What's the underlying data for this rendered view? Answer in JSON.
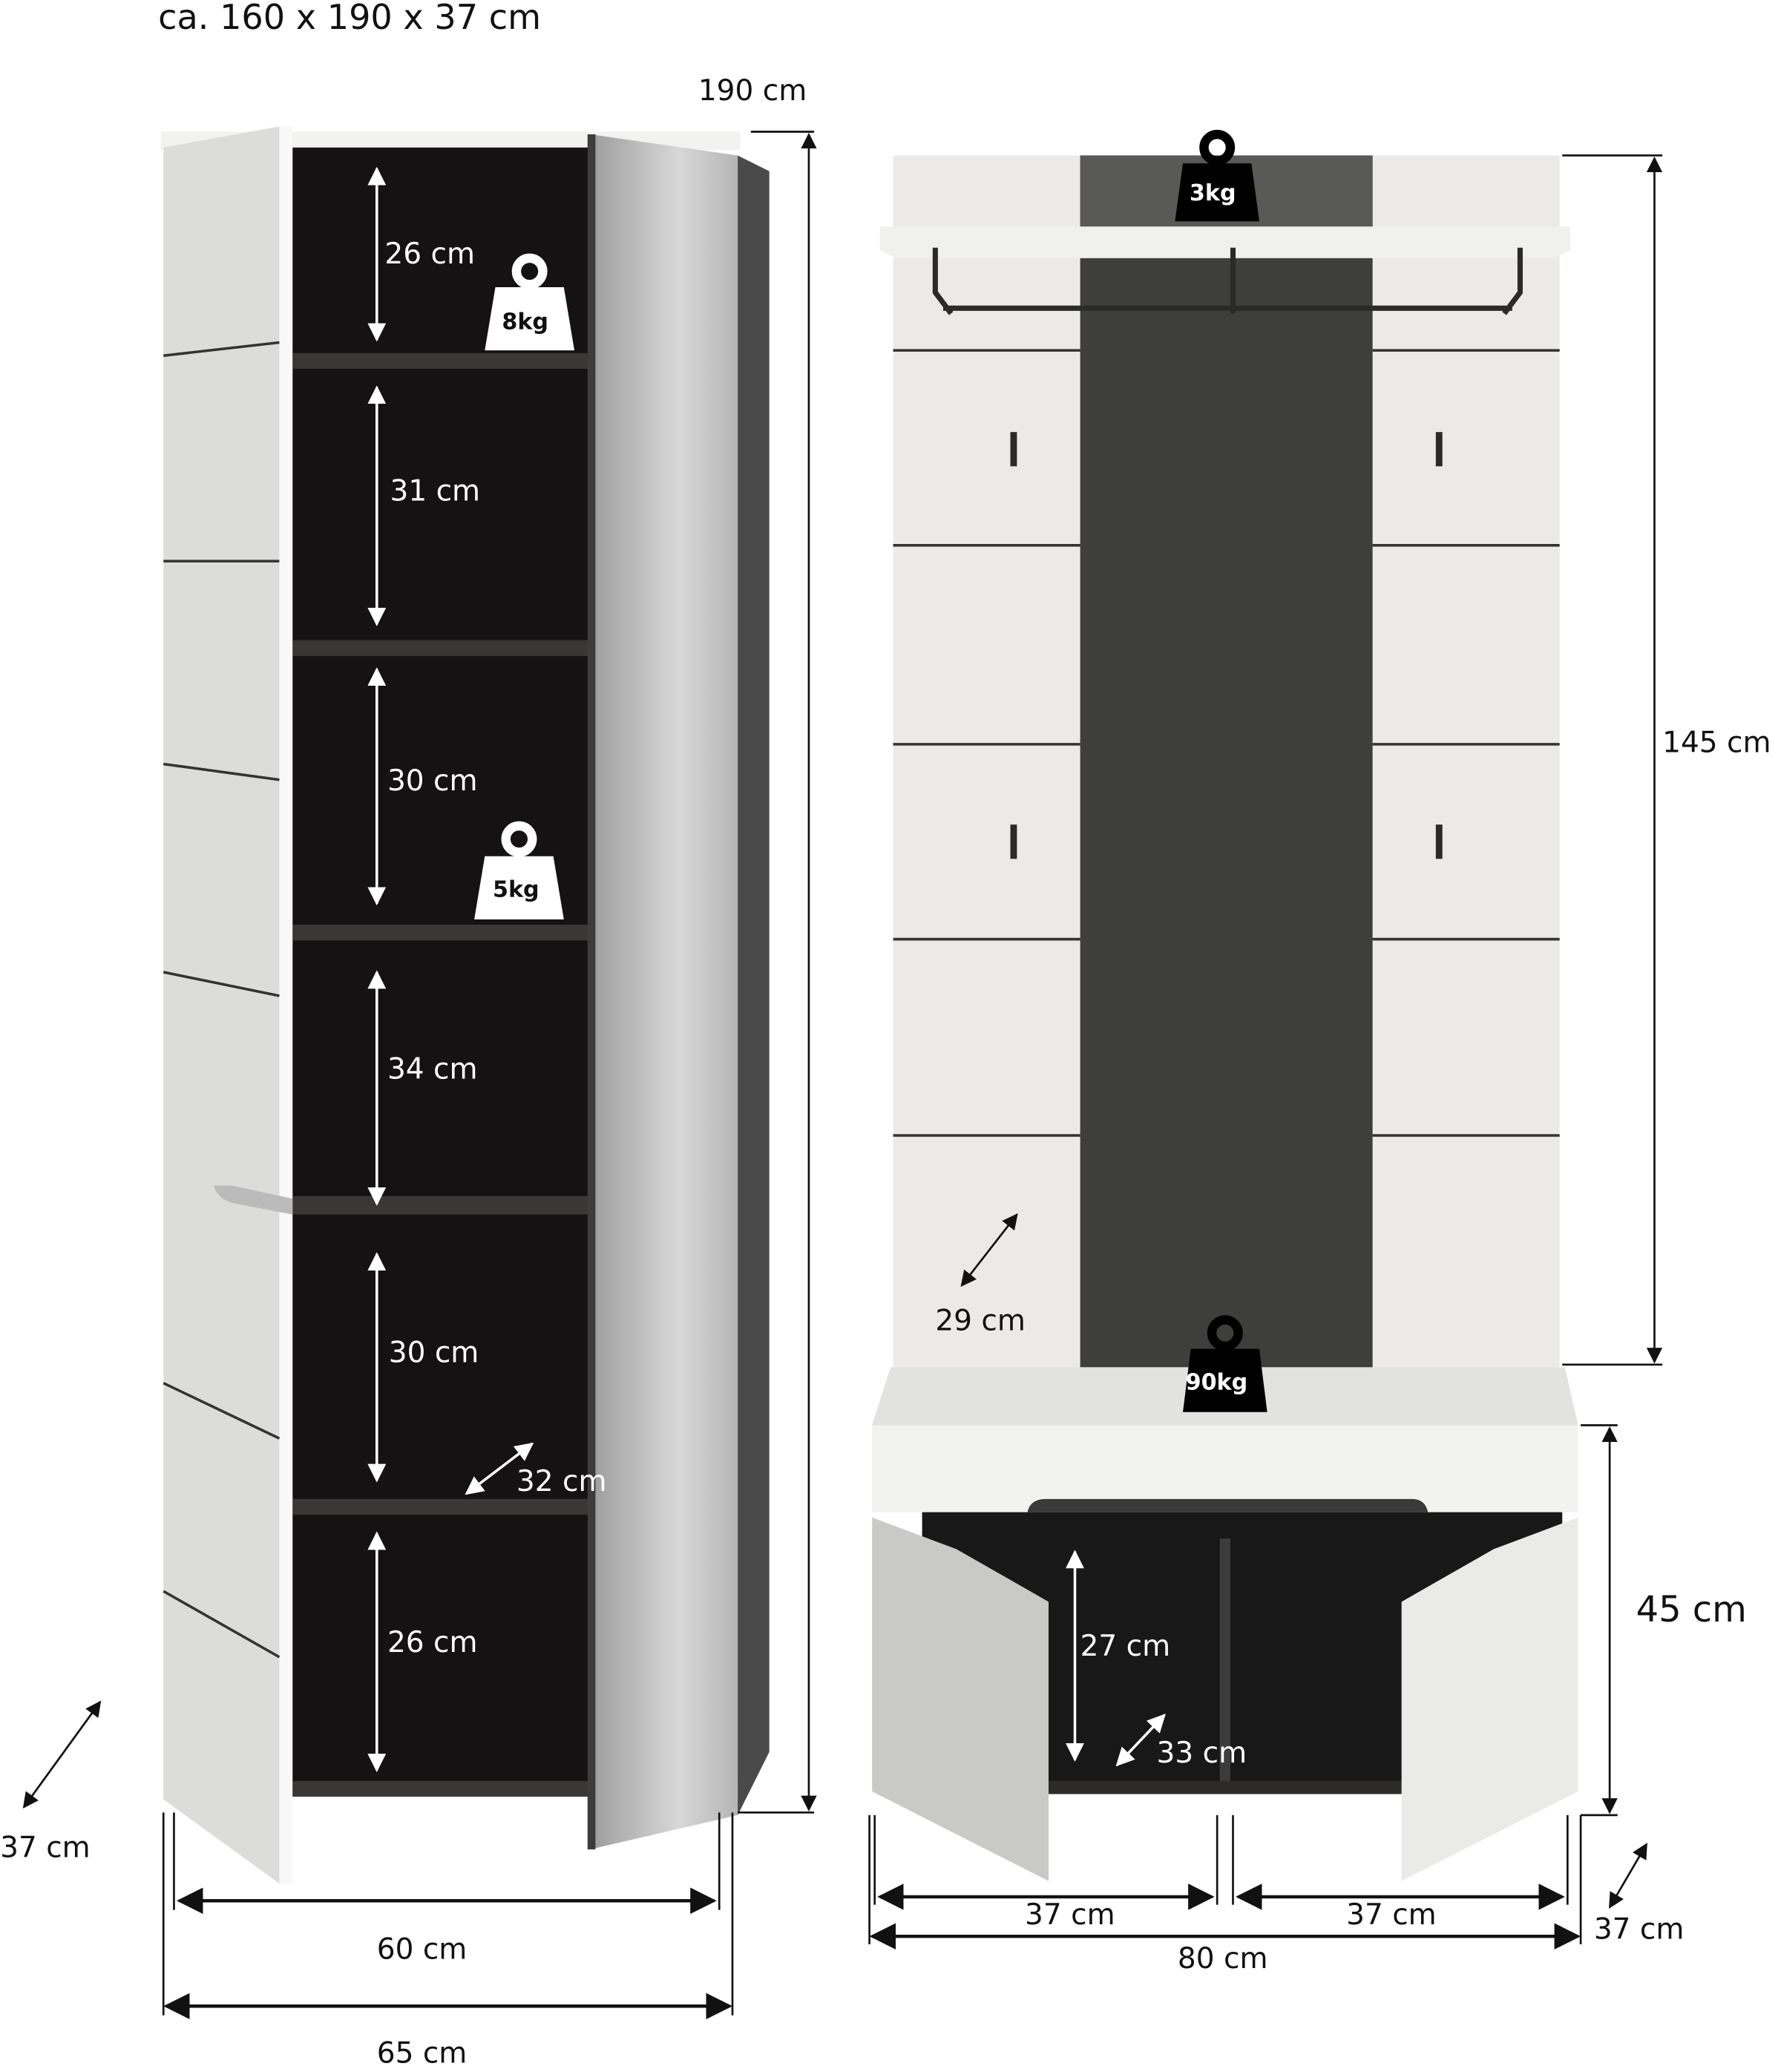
{
  "title": "ca. 160 x 190 x 37 cm",
  "colors": {
    "white_panel": "#ebebea",
    "dark_panel": "#3c3c3c",
    "interior": "#141212",
    "mirror": "#a8a8a8",
    "line": "#111111"
  },
  "cabinet": {
    "height_label": "190 cm",
    "depth_label": "37 cm",
    "inner_width_label": "60 cm",
    "outer_width_label": "65 cm",
    "shelf_depth_label": "32 cm",
    "compartments": [
      {
        "label": "26 cm"
      },
      {
        "label": "31 cm"
      },
      {
        "label": "30 cm"
      },
      {
        "label": "34 cm"
      },
      {
        "label": "30 cm"
      },
      {
        "label": "26 cm"
      }
    ],
    "weights": [
      {
        "label": "8kg"
      },
      {
        "label": "5kg"
      }
    ]
  },
  "hall_stand": {
    "panel_height_label": "145 cm",
    "panel_depth_label": "29 cm",
    "shelf_weight": "3kg",
    "bench_weight": "90kg",
    "bench_height_label": "45 cm",
    "bench_inner_height_label": "27 cm",
    "bench_inner_depth_label": "33 cm",
    "bench_left_width_label": "37 cm",
    "bench_right_width_label": "37 cm",
    "bench_total_width_label": "80 cm",
    "bench_depth_label": "37 cm"
  }
}
